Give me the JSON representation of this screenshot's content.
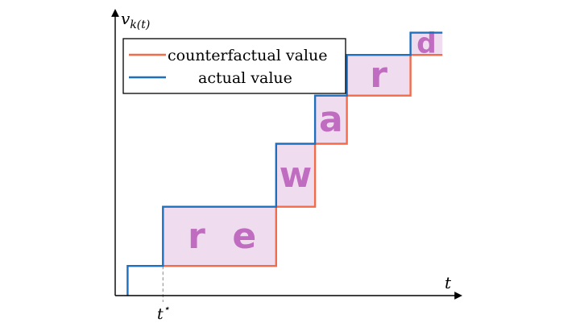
{
  "chart_data": {
    "type": "line",
    "axis": {
      "y_label": "v",
      "y_label_sub": "k(t)",
      "x_label": "t",
      "t_star_label": "t",
      "t_star_sup": "⋆"
    },
    "legend": {
      "placement": "top-left",
      "entries": [
        {
          "key": "counterfactual",
          "label": "counterfactual value"
        },
        {
          "key": "actual",
          "label": "actual value"
        }
      ]
    },
    "x_range": [
      0,
      9.77
    ],
    "y_range": [
      0,
      7.7
    ],
    "t_star": 1.35,
    "series": [
      {
        "key": "actual",
        "name": "actual value",
        "points": [
          [
            0.35,
            0
          ],
          [
            0.35,
            0.8
          ],
          [
            1.35,
            0.8
          ],
          [
            1.35,
            2.4
          ],
          [
            4.55,
            2.4
          ],
          [
            4.55,
            4.1
          ],
          [
            5.65,
            4.1
          ],
          [
            5.65,
            5.4
          ],
          [
            6.55,
            5.4
          ],
          [
            6.55,
            6.5
          ],
          [
            8.35,
            6.5
          ],
          [
            8.35,
            7.1
          ],
          [
            9.25,
            7.1
          ]
        ]
      },
      {
        "key": "counterfactual",
        "name": "counterfactual value",
        "points": [
          [
            1.35,
            0.8
          ],
          [
            4.55,
            0.8
          ],
          [
            4.55,
            2.4
          ],
          [
            5.65,
            2.4
          ],
          [
            5.65,
            4.1
          ],
          [
            6.55,
            4.1
          ],
          [
            6.55,
            5.4
          ],
          [
            8.35,
            5.4
          ],
          [
            8.35,
            6.5
          ],
          [
            9.25,
            6.5
          ]
        ]
      }
    ],
    "reward_regions": [
      {
        "x0": 1.35,
        "x1": 4.55,
        "y0": 0.8,
        "y1": 2.4,
        "letters": [
          {
            "text": "r",
            "x": 2.3
          },
          {
            "text": "e",
            "x": 3.65
          }
        ]
      },
      {
        "x0": 4.55,
        "x1": 5.65,
        "y0": 2.4,
        "y1": 4.1,
        "letters": [
          {
            "text": "w",
            "x": 5.1
          }
        ]
      },
      {
        "x0": 5.65,
        "x1": 6.55,
        "y0": 4.1,
        "y1": 5.4,
        "letters": [
          {
            "text": "a",
            "x": 6.1
          }
        ]
      },
      {
        "x0": 6.55,
        "x1": 8.35,
        "y0": 5.4,
        "y1": 6.5,
        "letters": [
          {
            "text": "r",
            "x": 7.45
          }
        ]
      },
      {
        "x0": 8.35,
        "x1": 9.25,
        "y0": 6.5,
        "y1": 7.1,
        "letters": [
          {
            "text": "d",
            "x": 8.8
          }
        ]
      }
    ],
    "grid": false,
    "colors": {
      "actual": "#1f6fbf",
      "counterfactual": "#f26b4a",
      "region_fill": "#f0dcef",
      "letter": "#c06cc0",
      "axis": "#000000",
      "guide": "#888888"
    }
  }
}
